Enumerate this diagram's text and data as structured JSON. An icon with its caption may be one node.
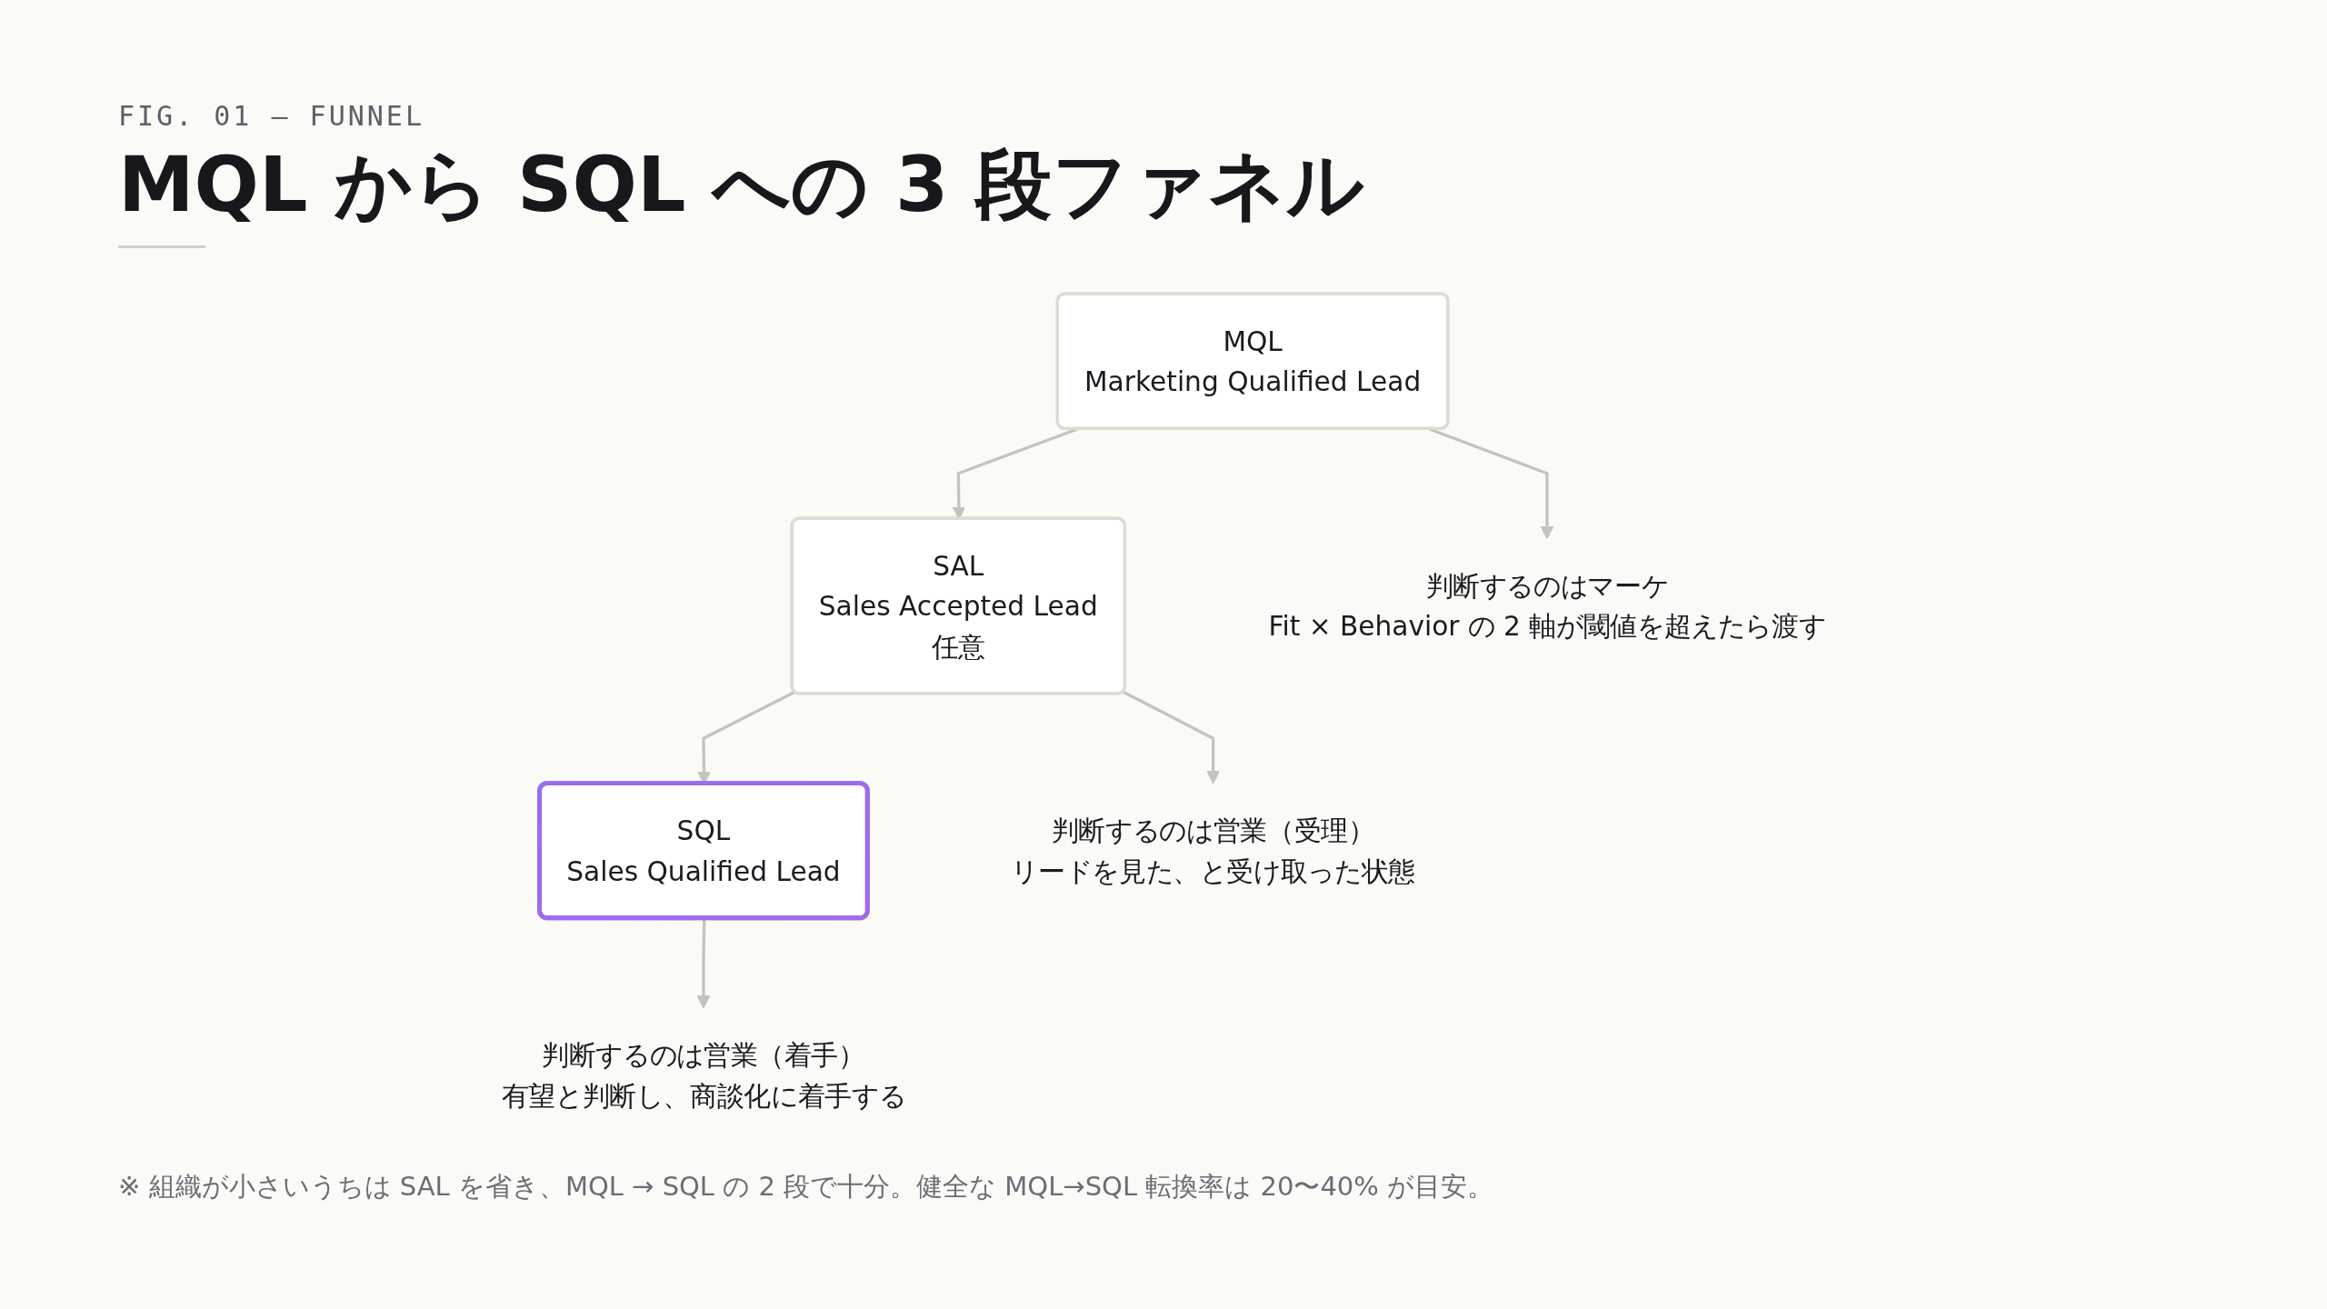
{
  "diagram": {
    "title": "MQL から SQL への 3 段ファネル",
    "caption": "※ 組織が小さいうちは SAL を省き、MQL → SQL の 2 段で十分。健全な MQL→SQL 転換率は 20〜40% が目安。",
    "nodes": [
      {
        "text": [
          "MQL",
          "Marketing Qualified Lead"
        ]
      },
      {
        "text": [
          "SAL",
          "Sales Accepted Lead",
          "任意"
        ]
      },
      {
        "text": [
          "SQL",
          "Sales Qualified Lead"
        ]
      },
      {
        "text": [
          "判断するのはマーケ",
          "Fit × Behavior の 2 軸が閾値を超えたら渡す"
        ]
      },
      {
        "text": [
          "判断するのは営業（受理）",
          "リードを見た、と受け取った状態"
        ]
      },
      {
        "text": [
          "判断するのは営業（着手）",
          "有望と判断し、商談化に着手する"
        ]
      }
    ],
    "edges": [
      {
        "from": 0,
        "to": 1,
        "arrow": "to"
      },
      {
        "from": 1,
        "to": 2,
        "arrow": "to"
      },
      {
        "from": 0,
        "to": 3,
        "arrow": "to"
      },
      {
        "from": 1,
        "to": 4,
        "arrow": "to"
      },
      {
        "from": 2,
        "to": 5,
        "arrow": "to"
      }
    ],
    "labels": [
      "FIG. 01 — FUNNEL"
    ]
  }
}
